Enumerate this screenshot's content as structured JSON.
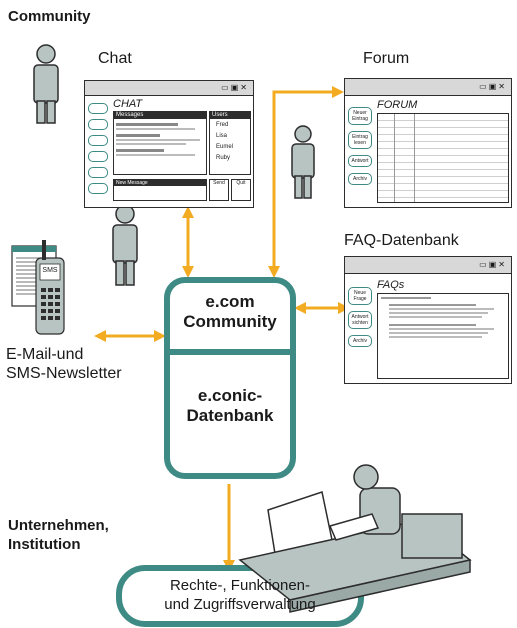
{
  "headings": {
    "community": "Community",
    "company": "Unternehmen,\nInstitution"
  },
  "labels": {
    "chat": "Chat",
    "forum": "Forum",
    "faq": "FAQ-Datenbank",
    "newsletter": "E-Mail-und\nSMS-Newsletter",
    "rights": "Rechte-,  Funktionen-\nund Zugriffsverwaltung"
  },
  "center": {
    "top_line1": "e.com",
    "top_line2": "Community",
    "bottom_line1": "e.conic-",
    "bottom_line2": "Datenbank"
  },
  "chat_window": {
    "title": "CHAT",
    "messages_header": "Messages",
    "users_header": "Users",
    "users": [
      "Fred",
      "Lisa",
      "Eumel",
      "Ruby"
    ],
    "new_message_label": "New Message",
    "send_label": "Send",
    "quit_label": "Quit"
  },
  "forum_window": {
    "title": "FORUM",
    "buttons": [
      "Neuer\nEintrag",
      "Eintrag\nlesen",
      "Antwort",
      "Archiv"
    ]
  },
  "faq_window": {
    "title": "FAQs",
    "buttons": [
      "Neue\nFrage",
      "Antwort\nsichten",
      "Archiv"
    ]
  },
  "sms_label": "SMS",
  "colors": {
    "teal": "#3e8a84",
    "orange": "#f3ac22",
    "window_gray": "#d8d8d8",
    "body_gray": "#b8c4c2"
  }
}
